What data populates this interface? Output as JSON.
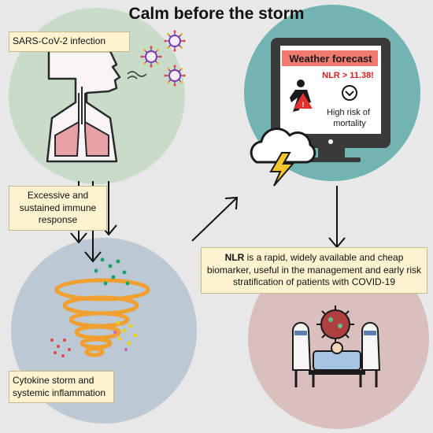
{
  "title": "Calm before the storm",
  "infection_label": "SARS-CoV-2 infection",
  "immune_label": "Excessive and sustained immune response",
  "storm_label": "Cytokine storm and systemic inflammation",
  "forecast": {
    "header": "Weather forecast",
    "alert": "NLR > 11.38!",
    "risk": "High risk of mortality"
  },
  "conclusion": {
    "bold": "NLR",
    "text": " is a rapid, widely available and cheap biomarker, useful in the management and early risk stratification of patients with COVID-19"
  },
  "colors": {
    "background": "#e8e8e8",
    "circle_green": "#c8dcc9",
    "circle_blue": "#bcc8d3",
    "circle_teal": "#72b4b2",
    "circle_pink": "#d9c0bf",
    "label_box": "#fdf3d0",
    "lungs": "#e7a0a6",
    "forecast_header": "#f07a70",
    "storm_orange": "#f0a030",
    "virus_purple": "#7b3aa8"
  }
}
